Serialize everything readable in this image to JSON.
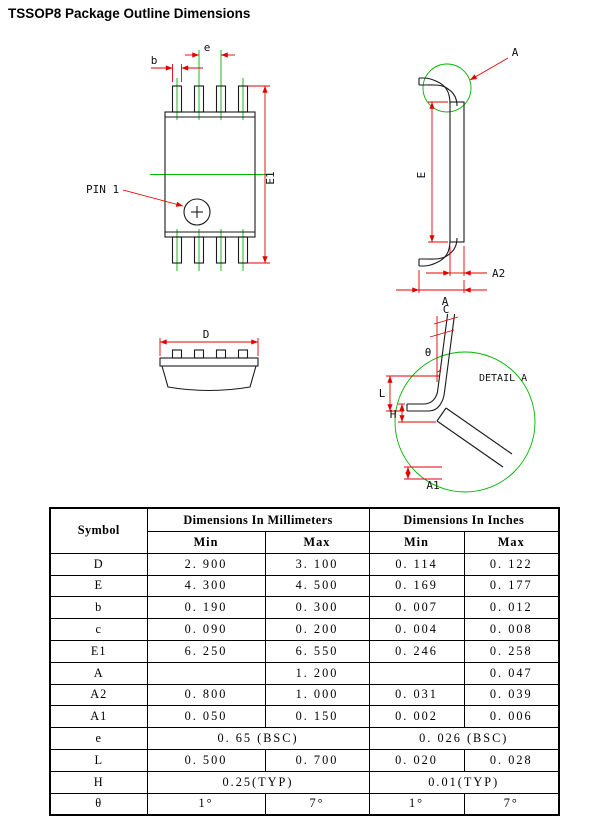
{
  "page": {
    "title": "TSSOP8 Package Outline Dimensions"
  },
  "drawing": {
    "colors": {
      "outline": "#1a1a1a",
      "centerline": "#00b400",
      "dimension": "#e30000"
    },
    "labels": {
      "pin1": "PIN 1",
      "b": "b",
      "e": "e",
      "e1": "E1",
      "a_top": "A",
      "e_side": "E",
      "a2": "A2",
      "a_bottom": "A",
      "d": "D",
      "c": "C",
      "theta": "θ",
      "detail_a": "DETAIL A",
      "l": "L",
      "h": "H",
      "a1": "A1"
    }
  },
  "table": {
    "headers": {
      "symbol": "Symbol",
      "mm_group": "Dimensions In Millimeters",
      "inch_group": "Dimensions In Inches",
      "min": "Min",
      "max": "Max"
    },
    "rows": [
      {
        "symbol": "D",
        "mm_min": "2. 900",
        "mm_max": "3. 100",
        "in_min": "0. 114",
        "in_max": "0. 122"
      },
      {
        "symbol": "E",
        "mm_min": "4. 300",
        "mm_max": "4. 500",
        "in_min": "0. 169",
        "in_max": "0. 177"
      },
      {
        "symbol": "b",
        "mm_min": "0. 190",
        "mm_max": "0. 300",
        "in_min": "0. 007",
        "in_max": "0. 012"
      },
      {
        "symbol": "c",
        "mm_min": "0. 090",
        "mm_max": "0. 200",
        "in_min": "0. 004",
        "in_max": "0. 008"
      },
      {
        "symbol": "E1",
        "mm_min": "6. 250",
        "mm_max": "6. 550",
        "in_min": "0. 246",
        "in_max": "0. 258"
      },
      {
        "symbol": "A",
        "mm_min": "",
        "mm_max": "1. 200",
        "in_min": "",
        "in_max": "0. 047"
      },
      {
        "symbol": "A2",
        "mm_min": "0. 800",
        "mm_max": "1. 000",
        "in_min": "0. 031",
        "in_max": "0. 039"
      },
      {
        "symbol": "A1",
        "mm_min": "0. 050",
        "mm_max": "0. 150",
        "in_min": "0. 002",
        "in_max": "0. 006"
      },
      {
        "symbol": "e",
        "mm_span": "0. 65 (BSC)",
        "in_span": "0. 026 (BSC)"
      },
      {
        "symbol": "L",
        "mm_min": "0. 500",
        "mm_max": "0. 700",
        "in_min": "0. 020",
        "in_max": "0. 028"
      },
      {
        "symbol": "H",
        "mm_span": "0.25(TYP)",
        "in_span": "0.01(TYP)"
      },
      {
        "symbol": "θ",
        "mm_min": "1°",
        "mm_max": "7°",
        "in_min": "1°",
        "in_max": "7°"
      }
    ]
  }
}
